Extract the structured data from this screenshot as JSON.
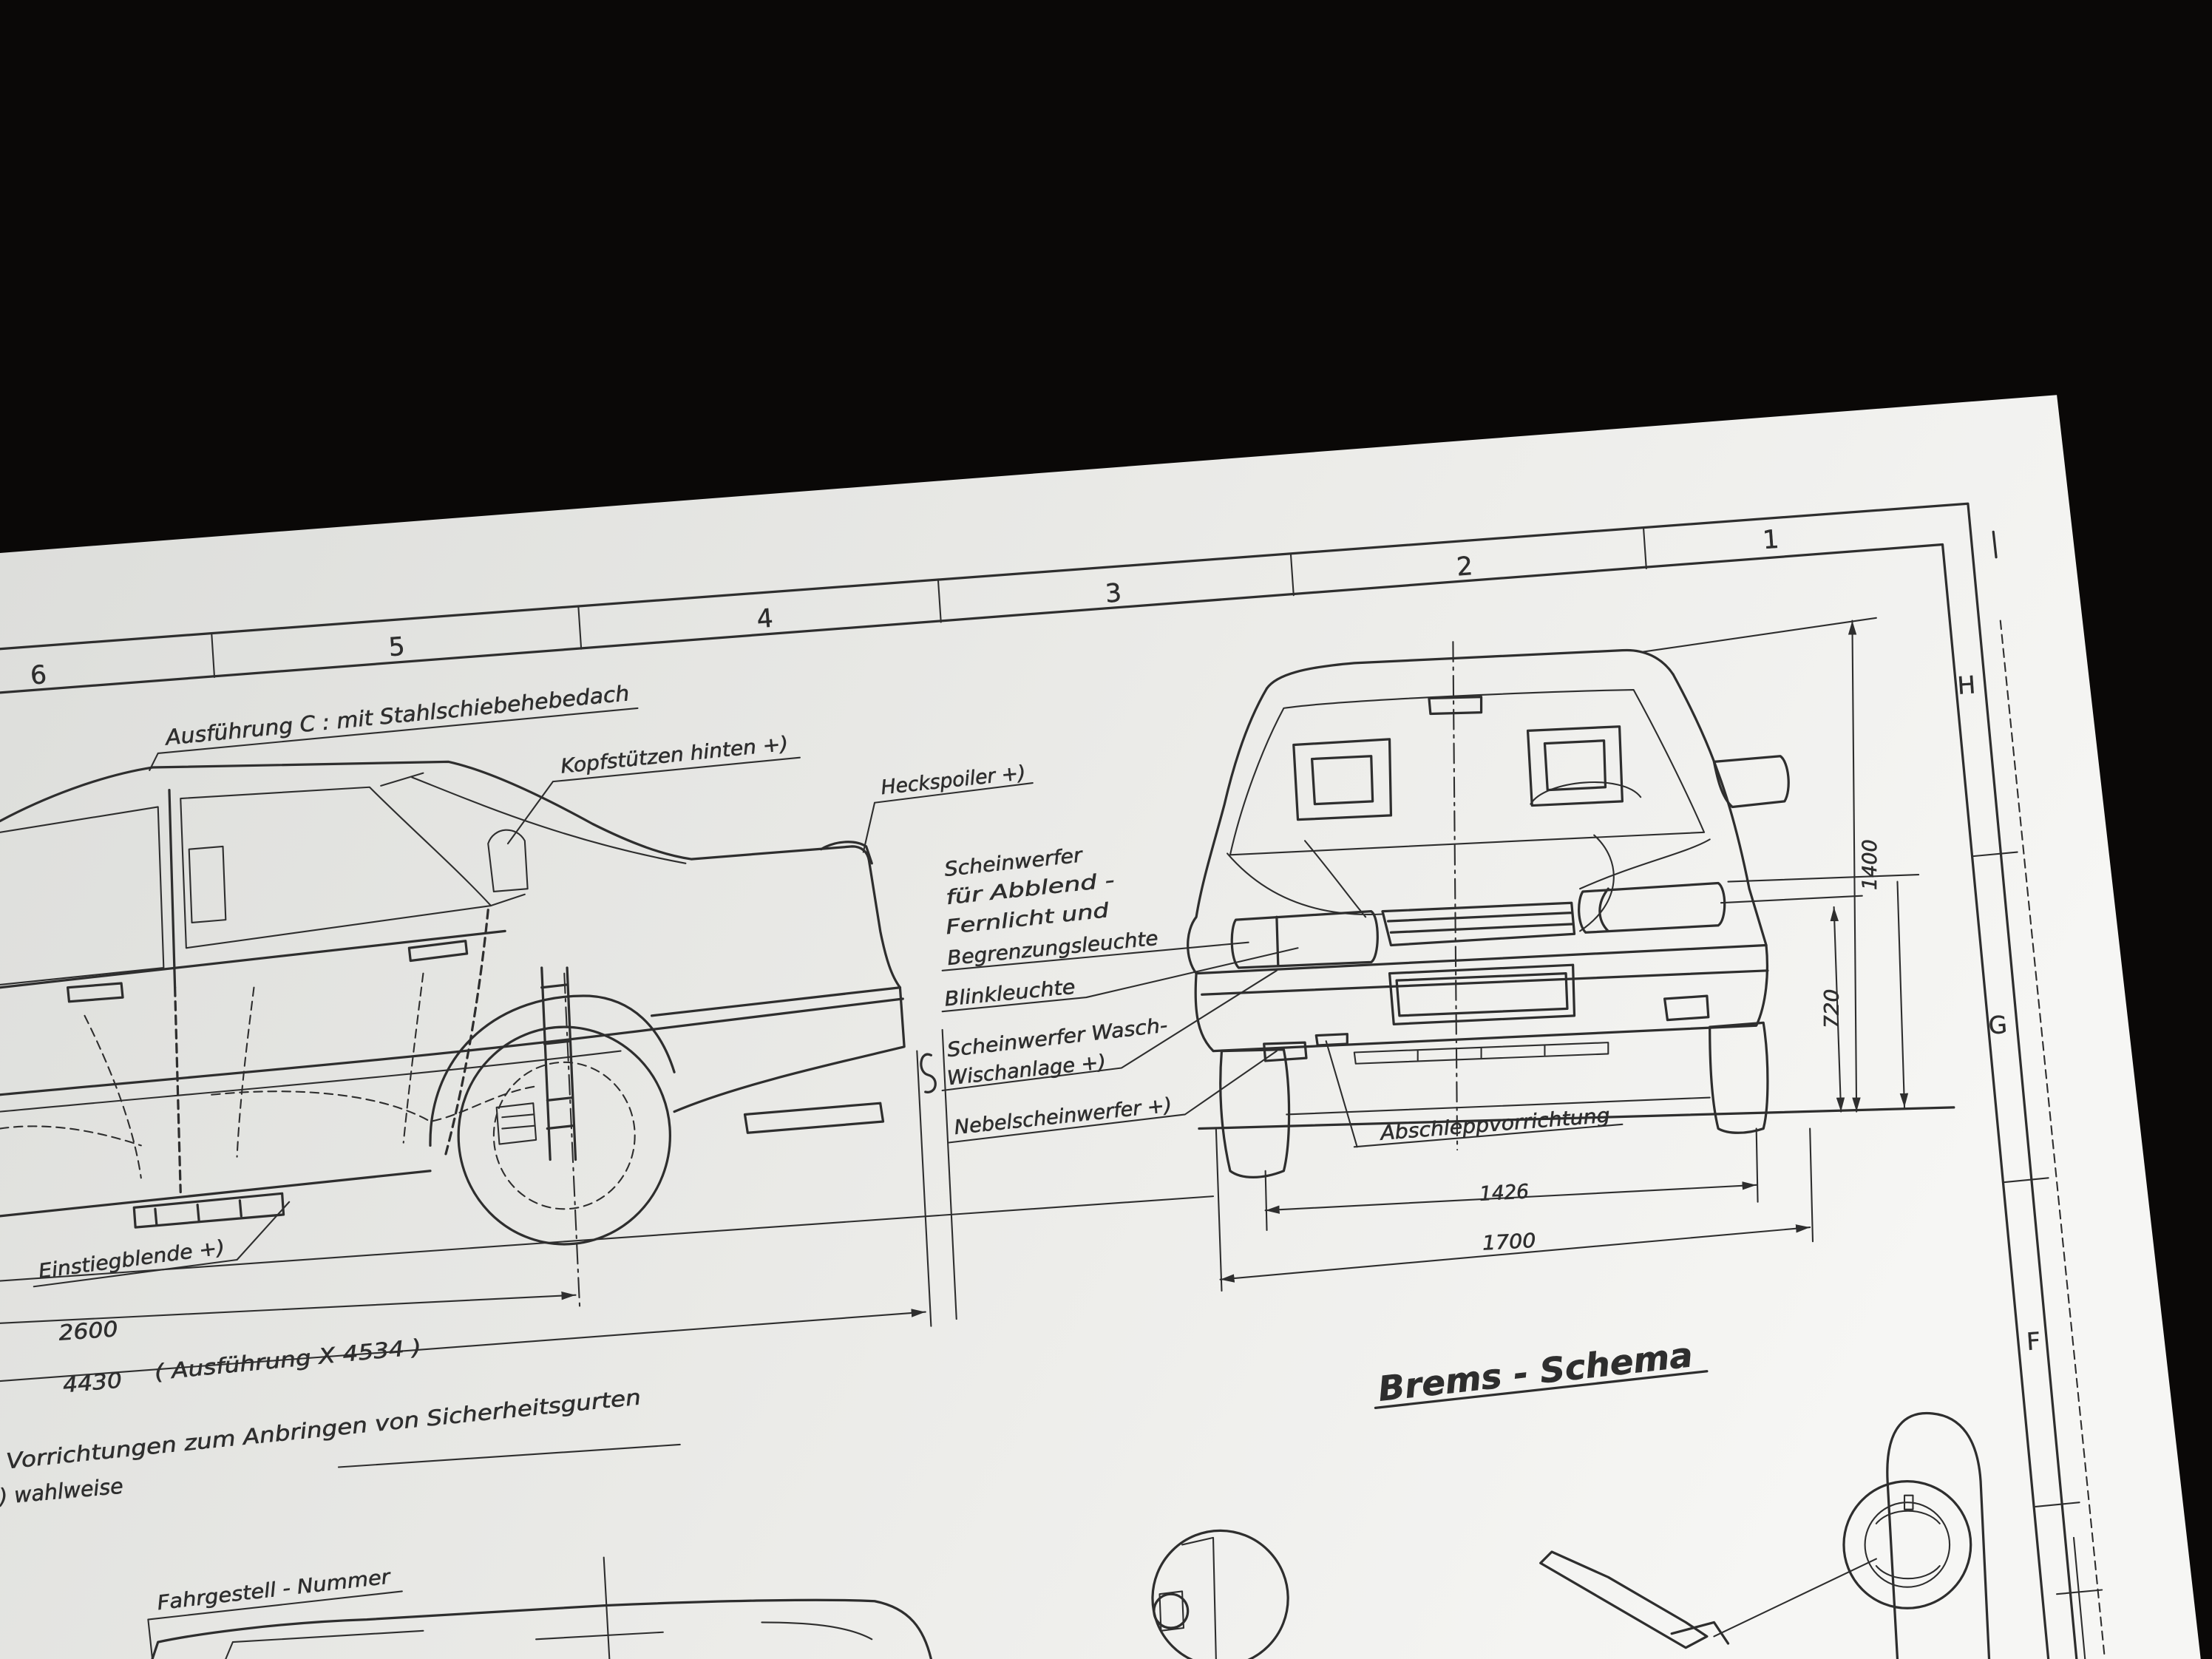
{
  "frame": {
    "columns": [
      "6",
      "5",
      "4",
      "3",
      "2",
      "1"
    ],
    "rows": [
      "H",
      "G",
      "F"
    ]
  },
  "side_view": {
    "roof_option": "Ausführung C : mit Stahlschiebehebedach",
    "rear_headrests": "Kopfstützen hinten +)",
    "rear_spoiler": "Heckspoiler +)",
    "sill_trim": "Einstiegblende +)"
  },
  "front_view": {
    "headlamp": [
      "Scheinwerfer",
      "für Abblend -",
      "Fernlicht und",
      "Begrenzungsleuchte"
    ],
    "indicator": "Blinkleuchte",
    "headlamp_washer": [
      "Scheinwerfer Wasch-",
      "Wischanlage +)"
    ],
    "fog_lamp": "Nebelscheinwerfer +)",
    "tow_hook": "Abschleppvorrichtung"
  },
  "dimensions": {
    "track": "1426",
    "width": "1700",
    "height": "1400",
    "bumper_height": "720",
    "wheelbase": "2600",
    "length": "4430",
    "length_variant": "( Ausführung X 4534 )"
  },
  "notes": {
    "seat_belts": "Vorrichtungen zum Anbringen von Sicherheitsgurten",
    "optional": ") wahlweise",
    "chassis_number": "Fahrgestell - Nummer"
  },
  "brake_schema": {
    "title": "Brems - Schema"
  },
  "colors": {
    "background": "#0a0807",
    "paper": "#ebebe8",
    "ink": "#2e2e2e"
  }
}
